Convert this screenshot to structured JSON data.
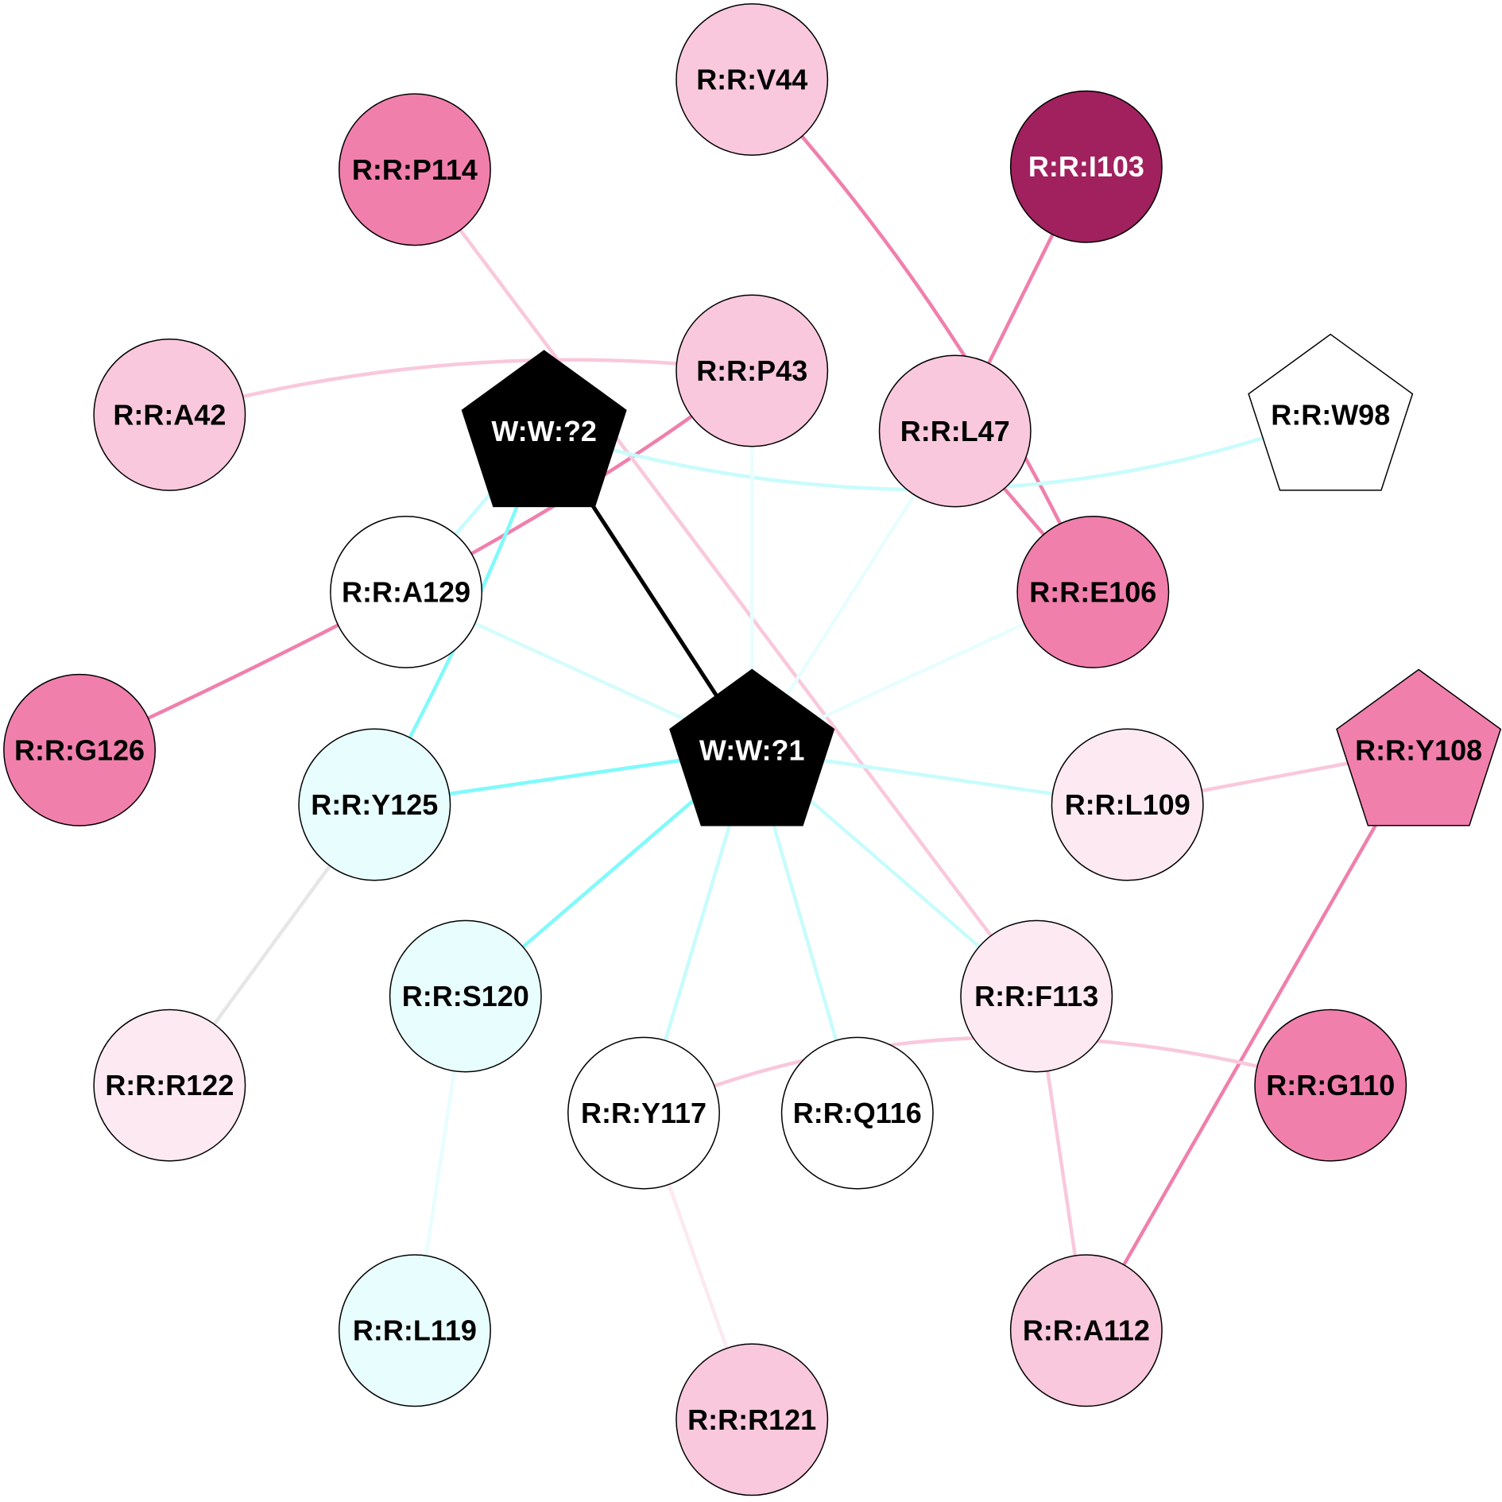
{
  "nodes": [
    {
      "id": "V44",
      "label": "R:R:V44",
      "shape": "circle",
      "fill": "#f9c8dc",
      "text_color": "#000000"
    },
    {
      "id": "P114",
      "label": "R:R:P114",
      "shape": "circle",
      "fill": "#f07fac",
      "text_color": "#000000"
    },
    {
      "id": "I103",
      "label": "R:R:I103",
      "shape": "circle",
      "fill": "#a0215e",
      "text_color": "#ffffff"
    },
    {
      "id": "A42",
      "label": "R:R:A42",
      "shape": "circle",
      "fill": "#f9c8dc",
      "text_color": "#000000"
    },
    {
      "id": "P43",
      "label": "R:R:P43",
      "shape": "circle",
      "fill": "#f9c8dc",
      "text_color": "#000000"
    },
    {
      "id": "L47",
      "label": "R:R:L47",
      "shape": "circle",
      "fill": "#f9c8dc",
      "text_color": "#000000"
    },
    {
      "id": "W98",
      "label": "R:R:W98",
      "shape": "pentagon",
      "fill": "#ffffff",
      "text_color": "#000000"
    },
    {
      "id": "W2",
      "label": "W:W:?2",
      "shape": "pentagon",
      "fill": "#000000",
      "text_color": "#ffffff"
    },
    {
      "id": "A129",
      "label": "R:R:A129",
      "shape": "circle",
      "fill": "#ffffff",
      "text_color": "#000000"
    },
    {
      "id": "E106",
      "label": "R:R:E106",
      "shape": "circle",
      "fill": "#f07fac",
      "text_color": "#000000"
    },
    {
      "id": "G126",
      "label": "R:R:G126",
      "shape": "circle",
      "fill": "#f07fac",
      "text_color": "#000000"
    },
    {
      "id": "W1",
      "label": "W:W:?1",
      "shape": "pentagon",
      "fill": "#000000",
      "text_color": "#ffffff"
    },
    {
      "id": "Y108",
      "label": "R:R:Y108",
      "shape": "pentagon",
      "fill": "#f07fac",
      "text_color": "#000000"
    },
    {
      "id": "Y125",
      "label": "R:R:Y125",
      "shape": "circle",
      "fill": "#e8fefe",
      "text_color": "#000000"
    },
    {
      "id": "L109",
      "label": "R:R:L109",
      "shape": "circle",
      "fill": "#fce9f1",
      "text_color": "#000000"
    },
    {
      "id": "S120",
      "label": "R:R:S120",
      "shape": "circle",
      "fill": "#e8fefe",
      "text_color": "#000000"
    },
    {
      "id": "F113",
      "label": "R:R:F113",
      "shape": "circle",
      "fill": "#fce9f1",
      "text_color": "#000000"
    },
    {
      "id": "R122",
      "label": "R:R:R122",
      "shape": "circle",
      "fill": "#fce9f1",
      "text_color": "#000000"
    },
    {
      "id": "Y117",
      "label": "R:R:Y117",
      "shape": "circle",
      "fill": "#ffffff",
      "text_color": "#000000"
    },
    {
      "id": "Q116",
      "label": "R:R:Q116",
      "shape": "circle",
      "fill": "#ffffff",
      "text_color": "#000000"
    },
    {
      "id": "G110",
      "label": "R:R:G110",
      "shape": "circle",
      "fill": "#f07fac",
      "text_color": "#000000"
    },
    {
      "id": "L119",
      "label": "R:R:L119",
      "shape": "circle",
      "fill": "#e8fefe",
      "text_color": "#000000"
    },
    {
      "id": "A112",
      "label": "R:R:A112",
      "shape": "circle",
      "fill": "#f9c8dc",
      "text_color": "#000000"
    },
    {
      "id": "R121",
      "label": "R:R:R121",
      "shape": "circle",
      "fill": "#f9c8dc",
      "text_color": "#000000"
    }
  ],
  "edges": [
    {
      "from": "V44",
      "to": "E106",
      "color": "#f07fac"
    },
    {
      "from": "I103",
      "to": "L47",
      "color": "#f07fac"
    },
    {
      "from": "L47",
      "to": "E106",
      "color": "#f07fac"
    },
    {
      "from": "A42",
      "to": "P43",
      "color": "#f9c8dc"
    },
    {
      "from": "P43",
      "to": "G126",
      "color": "#f07fac"
    },
    {
      "from": "P114",
      "to": "F113",
      "color": "#f9c8dc"
    },
    {
      "from": "W2",
      "to": "W98",
      "color": "#c8fcfc"
    },
    {
      "from": "W2",
      "to": "W1",
      "color": "#000000"
    },
    {
      "from": "W2",
      "to": "Y125",
      "color": "#80fafa"
    },
    {
      "from": "W2",
      "to": "A129",
      "color": "#c8fcfc"
    },
    {
      "from": "P43",
      "to": "W1",
      "color": "#e8fefe"
    },
    {
      "from": "L47",
      "to": "W1",
      "color": "#e8fefe"
    },
    {
      "from": "E106",
      "to": "W1",
      "color": "#e8fefe"
    },
    {
      "from": "A129",
      "to": "W1",
      "color": "#d6fcfc"
    },
    {
      "from": "Y125",
      "to": "W1",
      "color": "#80fafa"
    },
    {
      "from": "L109",
      "to": "W1",
      "color": "#c8fcfc"
    },
    {
      "from": "S120",
      "to": "W1",
      "color": "#80fafa"
    },
    {
      "from": "F113",
      "to": "W1",
      "color": "#c8fcfc"
    },
    {
      "from": "Y117",
      "to": "W1",
      "color": "#c8fcfc"
    },
    {
      "from": "Q116",
      "to": "W1",
      "color": "#c8fcfc"
    },
    {
      "from": "L109",
      "to": "Y108",
      "color": "#f9c8dc"
    },
    {
      "from": "Y108",
      "to": "A112",
      "color": "#f07fac"
    },
    {
      "from": "Y125",
      "to": "R122",
      "color": "#e6e6e6"
    },
    {
      "from": "S120",
      "to": "L119",
      "color": "#e8fefe"
    },
    {
      "from": "Y117",
      "to": "G110",
      "color": "#f9c8dc"
    },
    {
      "from": "Y117",
      "to": "R121",
      "color": "#fce9f1"
    },
    {
      "from": "F113",
      "to": "A112",
      "color": "#f9c8dc"
    }
  ]
}
